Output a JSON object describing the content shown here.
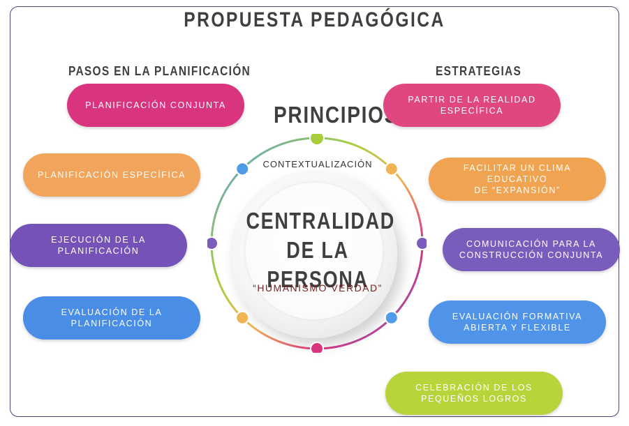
{
  "title": "PROPUESTA PEDAGÓGICA",
  "steps": {
    "title": "PASOS EN LA PLANIFICACIÓN",
    "items": [
      {
        "label": "PLANIFICACIÓN CONJUNTA",
        "color": "#d8357e"
      },
      {
        "label": "PLANIFICACIÓN ESPECÍFICA",
        "color": "#f0a45c"
      },
      {
        "label": "EJECUCIÓN DE LA\nPLANIFICACIÓN",
        "color": "#7552b8"
      },
      {
        "label": "EVALUACIÓN DE LA\nPLANIFICACIÓN",
        "color": "#4a8de6"
      }
    ]
  },
  "strategies": {
    "title": "ESTRATEGIAS",
    "items": [
      {
        "label": "PARTIR DE LA REALIDAD\nESPECÍFICA",
        "color": "#e0467f"
      },
      {
        "label": "FACILITAR UN CLIMA EDUCATIVO\nDE “EXPANSIÓN”",
        "color": "#f0a452"
      },
      {
        "label": "COMUNICACIÓN PARA LA\nCONSTRUCCIÓN CONJUNTA",
        "color": "#7a5cbc"
      },
      {
        "label": "EVALUACIÓN FORMATIVA\nABIERTA Y FLEXIBLE",
        "color": "#4f94e8"
      },
      {
        "label": "CELEBRACIÓN DE LOS\nPEQUEÑOS LOGROS",
        "color": "#b7d43a"
      }
    ]
  },
  "principles": {
    "title": "PRINCIPIOS",
    "label": "CONTEXTUALIZACIÓN",
    "center_title": "CENTRALIDAD\nDE LA PERSONA",
    "center_subtitle": "“HUMANISMO VERDAD”",
    "dot_colors": [
      "#a8cf3a",
      "#f0b455",
      "#7a5cbc",
      "#4f9be8",
      "#d8357e",
      "#f0b455",
      "#7a5cbc",
      "#4f9be8"
    ]
  }
}
